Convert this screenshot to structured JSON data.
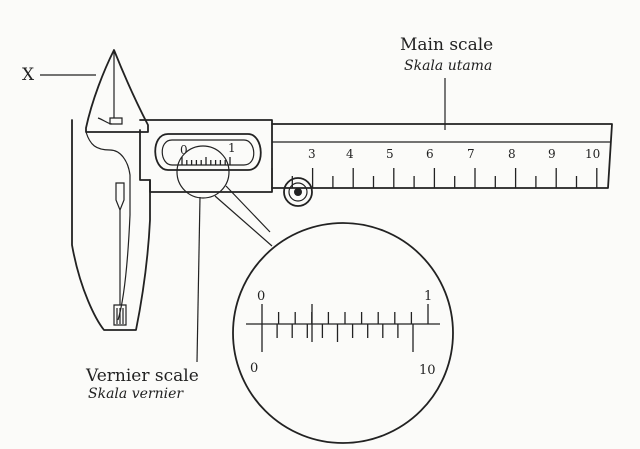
{
  "labels": {
    "x_marker": "X",
    "main_scale_en": "Main scale",
    "main_scale_ms": "Skala utama",
    "vernier_scale_en": "Vernier scale",
    "vernier_scale_ms": "Skala vernier"
  },
  "main_scale": {
    "numbers": [
      "3",
      "4",
      "5",
      "6",
      "7",
      "8",
      "9",
      "10"
    ]
  },
  "vernier_window": {
    "numbers": [
      "0",
      "1"
    ]
  },
  "magnified_view": {
    "main_labels": [
      "0",
      "1"
    ],
    "vernier_labels": [
      "0",
      "10"
    ]
  }
}
